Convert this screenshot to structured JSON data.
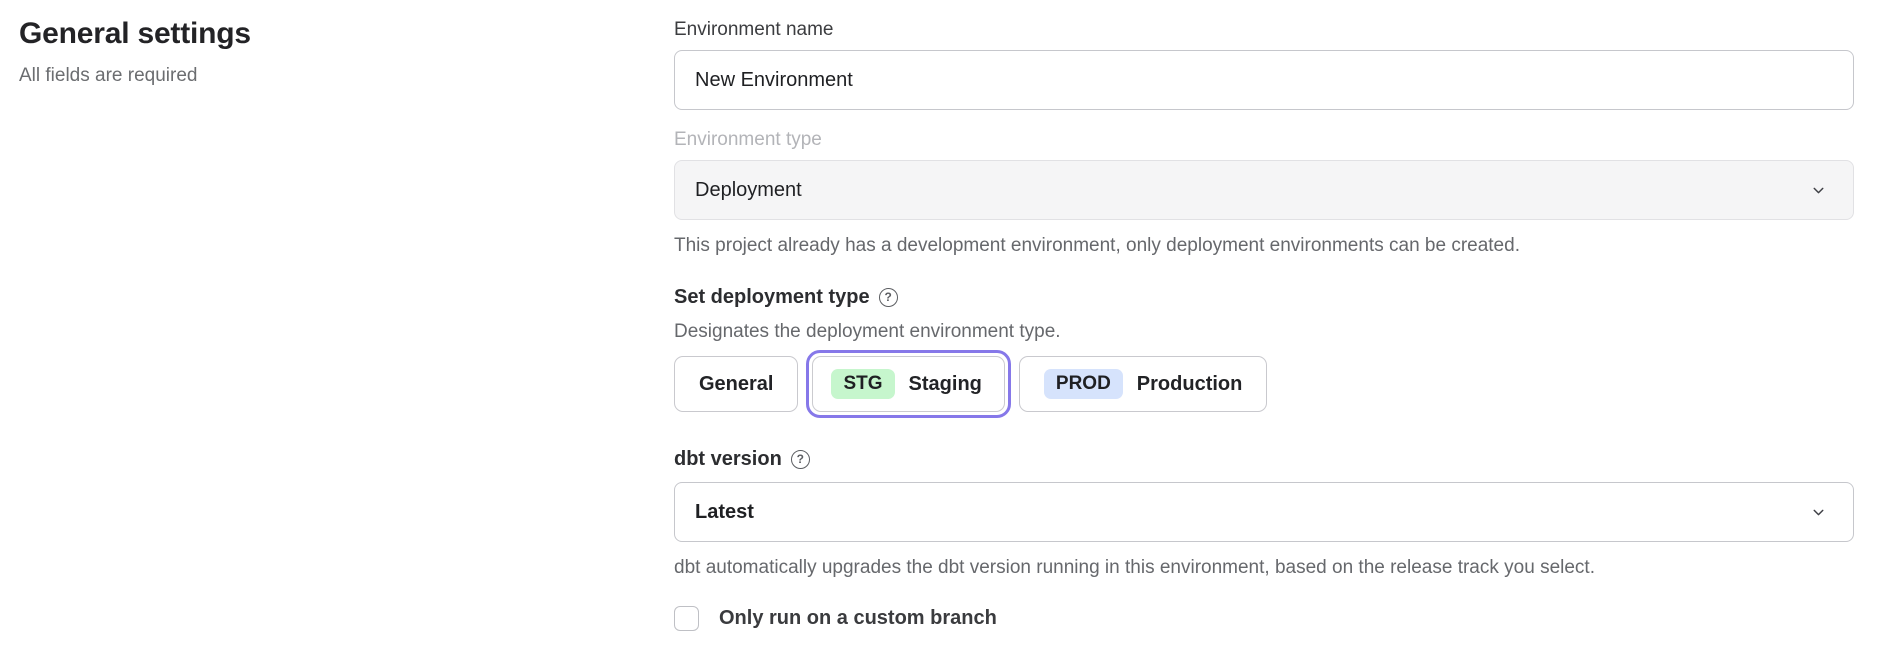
{
  "page": {
    "heading": "General settings",
    "subheading": "All fields are required"
  },
  "form": {
    "environment_name": {
      "label": "Environment name",
      "value": "New Environment"
    },
    "environment_type": {
      "label": "Environment type",
      "value": "Deployment",
      "disabled": true,
      "helper": "This project already has a development environment, only deployment environments can be created."
    },
    "deployment_type": {
      "label": "Set deployment type",
      "description": "Designates the deployment environment type.",
      "options": [
        {
          "label": "General",
          "badge": "",
          "selected": false
        },
        {
          "label": "Staging",
          "badge": "STG",
          "badge_color": "#c6f6cd",
          "selected": true
        },
        {
          "label": "Production",
          "badge": "PROD",
          "badge_color": "#d6e3fc",
          "selected": false
        }
      ]
    },
    "dbt_version": {
      "label": "dbt version",
      "value": "Latest",
      "helper": "dbt automatically upgrades the dbt version running in this environment, based on the release track you select."
    },
    "custom_branch": {
      "label": "Only run on a custom branch",
      "checked": false
    }
  },
  "icons": {
    "help_glyph": "?"
  },
  "colors": {
    "accent_purple": "#8678e9",
    "badge_green": "#c6f6cd",
    "badge_blue": "#d6e3fc",
    "disabled_bg": "#f5f5f6"
  }
}
